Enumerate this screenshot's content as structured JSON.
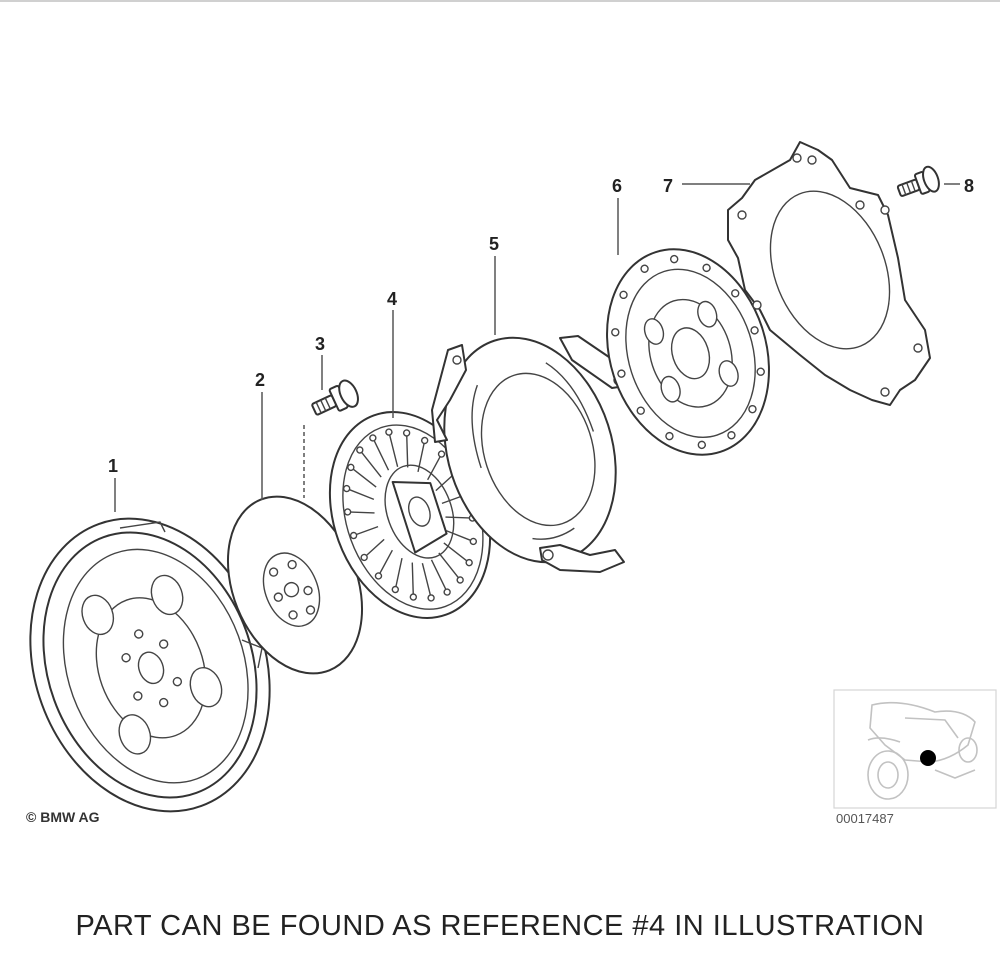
{
  "diagram": {
    "parts": [
      {
        "ref": "1"
      },
      {
        "ref": "2"
      },
      {
        "ref": "3"
      },
      {
        "ref": "4"
      },
      {
        "ref": "5"
      },
      {
        "ref": "6"
      },
      {
        "ref": "7"
      },
      {
        "ref": "8"
      }
    ],
    "copyright": "© BMW AG",
    "illustration_number": "00017487",
    "highlight_color": "#000000"
  },
  "caption": "PART CAN BE FOUND AS REFERENCE #4 IN ILLUSTRATION"
}
